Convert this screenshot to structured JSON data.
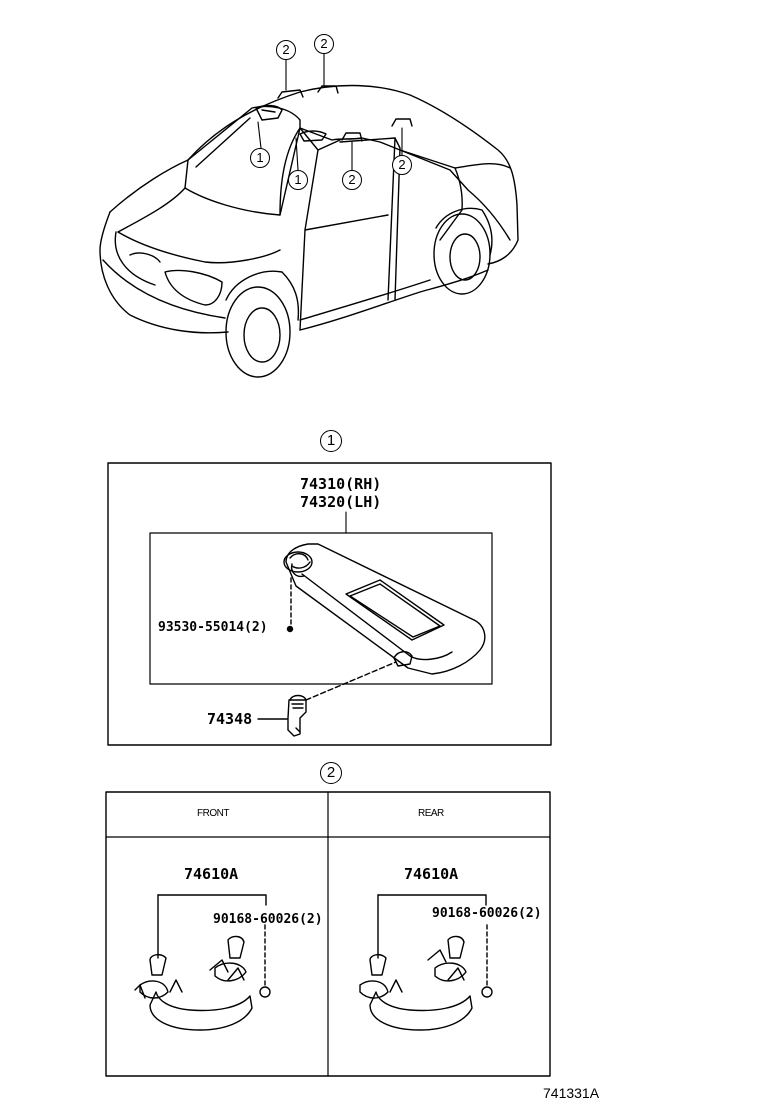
{
  "overview": {
    "callouts": [
      "2",
      "2",
      "1",
      "1",
      "2",
      "2"
    ]
  },
  "section1": {
    "marker": "1",
    "part_rh": "74310(RH)",
    "part_lh": "74320(LH)",
    "screw": "93530-55014(2)",
    "holder": "74348"
  },
  "section2": {
    "marker": "2",
    "front": {
      "header": "FRONT",
      "grip": "74610A",
      "screw": "90168-60026(2)"
    },
    "rear": {
      "header": "REAR",
      "grip": "74610A",
      "screw": "90168-60026(2)"
    }
  },
  "illustration_code": "741331A"
}
